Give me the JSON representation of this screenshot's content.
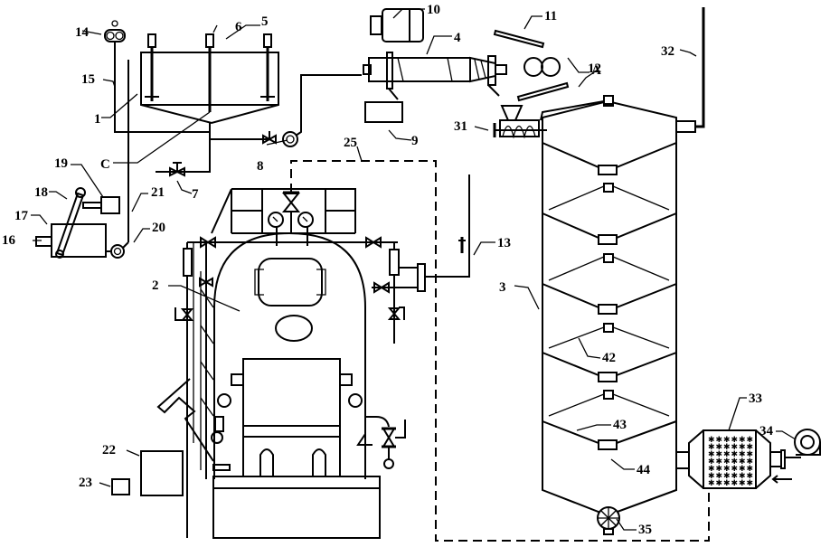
{
  "diagram": {
    "title": "",
    "colors": {
      "line": "#000000",
      "background": "#ffffff"
    },
    "labels": {
      "l1": "1",
      "l2": "2",
      "l3": "3",
      "l4": "4",
      "l5": "5",
      "l6": "6",
      "l7": "7",
      "l8": "8",
      "l9": "9",
      "l10": "10",
      "l11": "11",
      "l12": "12",
      "l13": "13",
      "l14": "14",
      "l15": "15",
      "l16": "16",
      "l17": "17",
      "l18": "18",
      "l19": "19",
      "l20": "20",
      "l21": "21",
      "l22": "22",
      "l23": "23",
      "l25": "25",
      "l31": "31",
      "l32": "32",
      "l33": "33",
      "l34": "34",
      "l35": "35",
      "l42": "42",
      "l43": "43",
      "l44": "44",
      "lA": "A",
      "lC": "C"
    },
    "components": [
      {
        "id": "1",
        "name": "mixing tank"
      },
      {
        "id": "2",
        "name": "boiler"
      },
      {
        "id": "3",
        "name": "multi-stage dryer tower"
      },
      {
        "id": "4",
        "name": "screw press"
      },
      {
        "id": "5",
        "name": "agitator motor"
      },
      {
        "id": "6",
        "name": "agitator motor"
      },
      {
        "id": "7",
        "name": "valve"
      },
      {
        "id": "8",
        "name": "pump"
      },
      {
        "id": "9",
        "name": "box"
      },
      {
        "id": "10",
        "name": "motor"
      },
      {
        "id": "11",
        "name": "rod"
      },
      {
        "id": "12",
        "name": "rod"
      },
      {
        "id": "13",
        "name": "outlet pipe"
      },
      {
        "id": "14",
        "name": "blower"
      },
      {
        "id": "15",
        "name": "pipe"
      },
      {
        "id": "16",
        "name": "inlet"
      },
      {
        "id": "17",
        "name": "crusher"
      },
      {
        "id": "18",
        "name": "conveyor"
      },
      {
        "id": "19",
        "name": "motor"
      },
      {
        "id": "20",
        "name": "pump"
      },
      {
        "id": "21",
        "name": "pipe"
      },
      {
        "id": "22",
        "name": "box"
      },
      {
        "id": "23",
        "name": "box"
      },
      {
        "id": "25",
        "name": "steam line"
      },
      {
        "id": "31",
        "name": "screw feeder"
      },
      {
        "id": "32",
        "name": "exhaust pipe"
      },
      {
        "id": "33",
        "name": "heat exchanger"
      },
      {
        "id": "34",
        "name": "fan"
      },
      {
        "id": "35",
        "name": "rotary valve"
      },
      {
        "id": "42",
        "name": "cone tray"
      },
      {
        "id": "43",
        "name": "cone tray"
      },
      {
        "id": "44",
        "name": "outlet"
      },
      {
        "id": "A",
        "name": "rollers"
      },
      {
        "id": "C",
        "name": "stirrer"
      }
    ]
  }
}
